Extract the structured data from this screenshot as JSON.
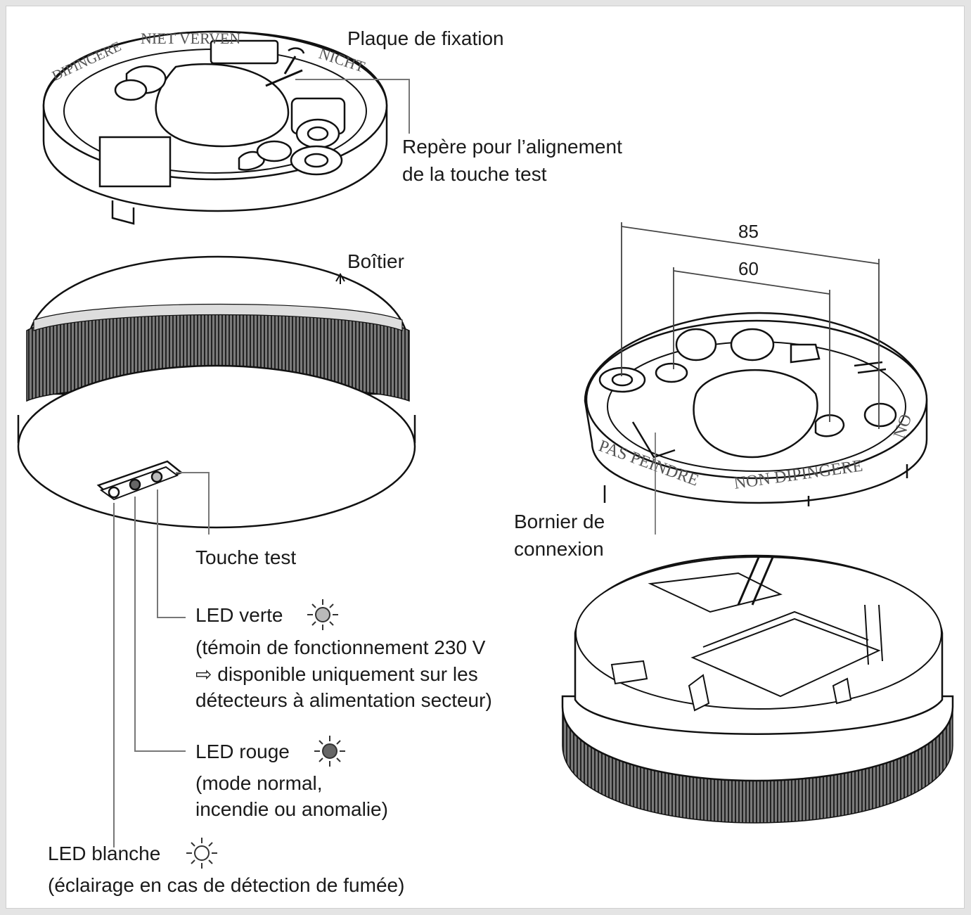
{
  "labels": {
    "mounting_plate": "Plaque de fixation",
    "alignment_line1": "Repère pour l’alignement",
    "alignment_line2": "de la touche test",
    "housing": "Boîtier",
    "terminal_line1": "Bornier de",
    "terminal_line2": "connexion",
    "test_button": "Touche test",
    "led_green": "LED verte",
    "led_green_desc1": "(témoin de fonctionnement 230 V",
    "led_green_desc2_arrow": "⇨",
    "led_green_desc2": "disponible uniquement sur les",
    "led_green_desc3": "détecteurs à alimentation secteur)",
    "led_red": "LED rouge",
    "led_red_desc1": "(mode normal,",
    "led_red_desc2": "incendie ou anomalie)",
    "led_white": "LED blanche",
    "led_white_desc": "(éclairage en cas de détection de fumée)"
  },
  "dimensions": {
    "outer": "85",
    "inner": "60"
  },
  "plate_embossing": {
    "top_1": "NIET VERVEN",
    "top_2": "NICHT",
    "top_3": "DIPINGERE",
    "right_1": "PAS PEINDRE",
    "right_2": "NON DIPINGERE",
    "right_3": "NO"
  },
  "colors": {
    "led_green": "#b9b9b9",
    "led_red": "#666666",
    "led_white": "#ffffff"
  },
  "icons": {
    "led_green": "led-burst-icon",
    "led_red": "led-burst-icon",
    "led_white": "led-burst-icon"
  }
}
